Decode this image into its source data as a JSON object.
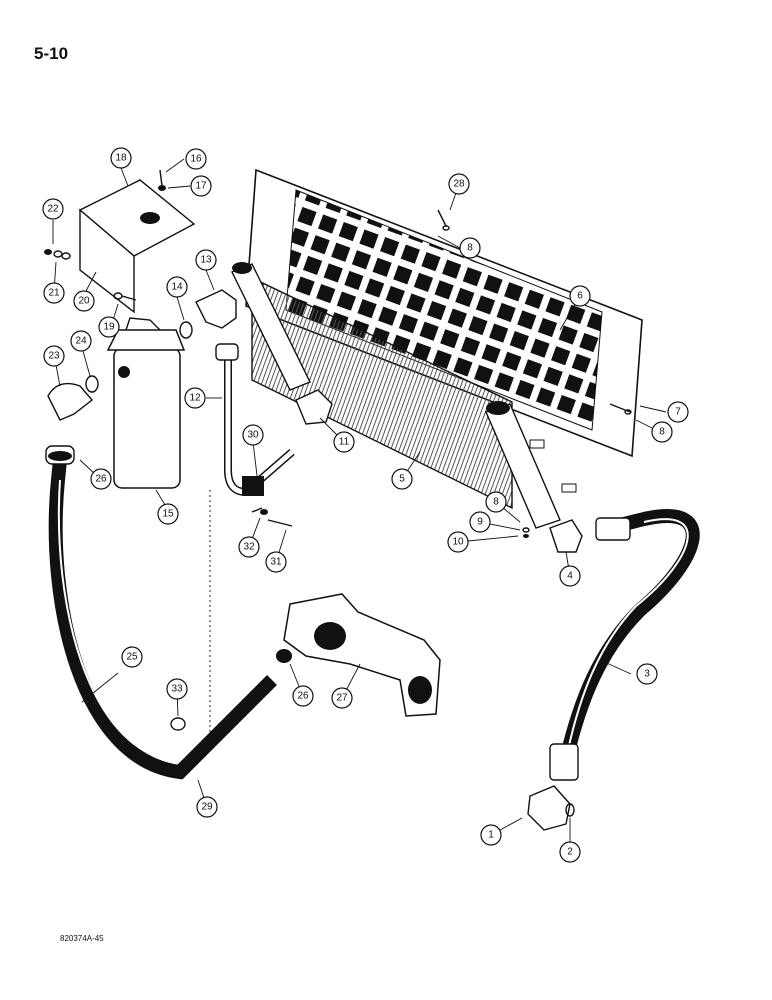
{
  "header": {
    "page_number": "5-10"
  },
  "footer": {
    "figure_code": "820374A-45"
  },
  "callouts": [
    "1",
    "2",
    "3",
    "4",
    "5",
    "6",
    "7",
    "8",
    "9",
    "10",
    "11",
    "12",
    "13",
    "14",
    "15",
    "16",
    "17",
    "18",
    "19",
    "20",
    "21",
    "22",
    "23",
    "24",
    "25",
    "26",
    "27",
    "28",
    "29",
    "30",
    "31",
    "32",
    "33"
  ],
  "colors": {
    "ink": "#111111",
    "paper": "#ffffff"
  }
}
